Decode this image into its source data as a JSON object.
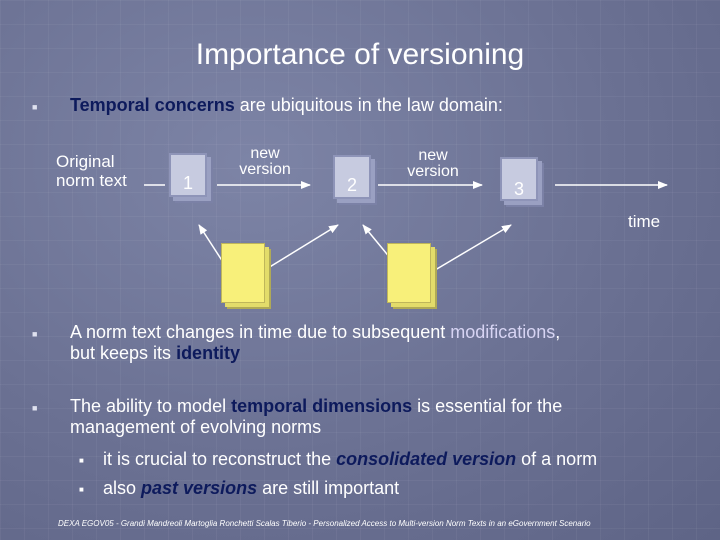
{
  "slide": {
    "title": "Importance of versioning",
    "bullet1": {
      "highlight": "Temporal concerns",
      "rest": " are ubiquitous in the law domain:"
    },
    "diagram": {
      "original_label_line1": "Original",
      "original_label_line2": "norm text",
      "versions": [
        "1",
        "2",
        "3"
      ],
      "new_version_line1": "new",
      "new_version_line2": "version",
      "axis_label": "time"
    },
    "bullet2": {
      "part1": "A norm text changes in time due to subsequent ",
      "highlight1": "modifications",
      "part2": ",",
      "line2_part1": "but keeps its ",
      "highlight2": "identity"
    },
    "bullet3": {
      "part1": "The ability to model ",
      "highlight1": "temporal dimensions",
      "part2": " is essential for the",
      "line2": "management of evolving norms",
      "sub1": {
        "part1": "it is crucial to reconstruct the ",
        "highlight": "consolidated version",
        "part2": " of a norm"
      },
      "sub2": {
        "part1": "also ",
        "highlight": "past versions",
        "part2": " are still important"
      }
    },
    "footer": "DEXA EGOV05  -  Grandi Mandreoli Martoglia Ronchetti Scalas Tiberio -  Personalized Access to Multi-version Norm Texts in an eGovernment Scenario",
    "colors": {
      "background": "#6e7496",
      "highlight_navy": "#0d1a5c",
      "highlight_lavender": "#d7d4f3",
      "document_yellow": "#f8f07a"
    },
    "icons": {
      "bullet": "square-bullet-icon",
      "sub_bullet": "small-square-bullet-icon"
    }
  }
}
